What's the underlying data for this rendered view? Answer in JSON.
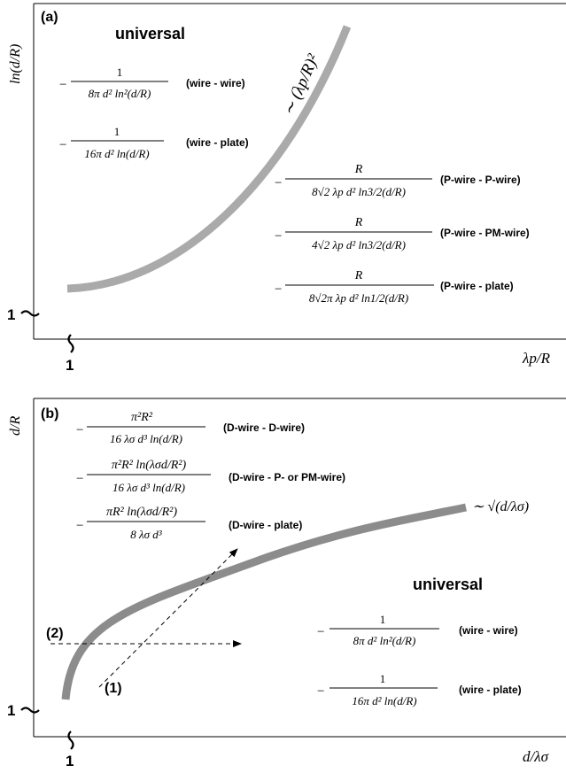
{
  "panel_a": {
    "label": "(a)",
    "y_axis_label": "ln(d/R)",
    "x_axis_label": "λp/R",
    "y_tick": "1",
    "x_tick": "1",
    "curve_label": "∼ (λp/R)²",
    "universal_label": "universal",
    "formulas": [
      {
        "num": "1",
        "den": "8π d² ln²(d/R)",
        "tag": "(wire - wire)"
      },
      {
        "num": "1",
        "den": "16π d² ln(d/R)",
        "tag": "(wire - plate)"
      },
      {
        "num": "R",
        "den": "8√2 λp d² ln3/2(d/R)",
        "tag": "(P-wire - P-wire)"
      },
      {
        "num": "R",
        "den": "4√2 λp d² ln3/2(d/R)",
        "tag": "(P-wire - PM-wire)"
      },
      {
        "num": "R",
        "den": "8√2π λp d² ln1/2(d/R)",
        "tag": "(P-wire - plate)"
      }
    ]
  },
  "panel_b": {
    "label": "(b)",
    "y_axis_label": "d/R",
    "x_axis_label": "d/λσ",
    "y_tick": "1",
    "x_tick": "1",
    "curve_label": "∼ √(d/λσ)",
    "universal_label": "universal",
    "path_label_1": "(1)",
    "path_label_2": "(2)",
    "formulas": [
      {
        "num": "π²R²",
        "den": "16 λσ d³ ln(d/R)",
        "tag": "(D-wire - D-wire)"
      },
      {
        "num": "π²R² ln(λσd/R²)",
        "den": "16 λσ d³ ln(d/R)",
        "tag": "(D-wire - P- or PM-wire)"
      },
      {
        "num": "πR² ln(λσd/R²)",
        "den": "8 λσ d³",
        "tag": "(D-wire - plate)"
      },
      {
        "num": "1",
        "den": "8π d² ln²(d/R)",
        "tag": "(wire - wire)"
      },
      {
        "num": "1",
        "den": "16π d² ln(d/R)",
        "tag": "(wire - plate)"
      }
    ]
  },
  "colors": {
    "curve_a": "#aaaaaa",
    "curve_b": "#8c8c8c",
    "axis": "#000000"
  }
}
